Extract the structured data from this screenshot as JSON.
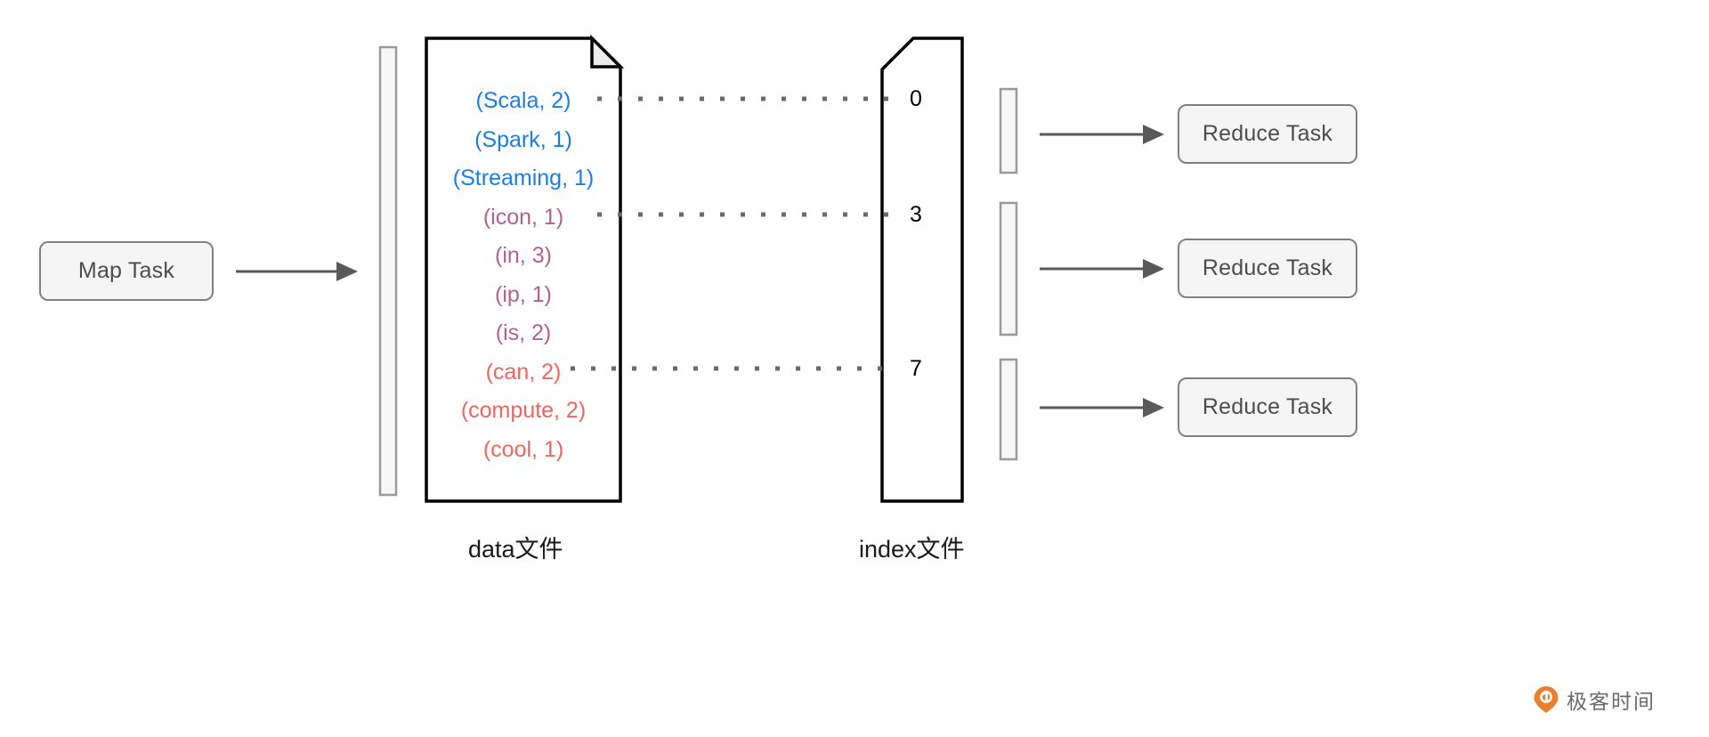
{
  "diagram": {
    "title": "Shuffle data file and index file layout",
    "colors": {
      "blue": "#1a7ee8",
      "purple": "#b4628c",
      "red": "#f0665e",
      "box_fill": "#f5f5f5",
      "box_border": "#808080",
      "arrow": "#595959",
      "dotted": "#6b6b6b",
      "file_outline": "#000000",
      "fold_fill": "#ececec",
      "watermark_orange": "#e8812e"
    }
  },
  "map_task": {
    "label": "Map Task"
  },
  "reduce_tasks": [
    {
      "label": "Reduce Task"
    },
    {
      "label": "Reduce Task"
    },
    {
      "label": "Reduce Task"
    }
  ],
  "data_file": {
    "caption": "data文件",
    "records": [
      {
        "text": "(Scala,  2)",
        "group": "blue"
      },
      {
        "text": "(Spark,  1)",
        "group": "blue"
      },
      {
        "text": "(Streaming,  1)",
        "group": "blue"
      },
      {
        "text": "(icon,  1)",
        "group": "purple"
      },
      {
        "text": "(in,  3)",
        "group": "purple"
      },
      {
        "text": "(ip,  1)",
        "group": "purple"
      },
      {
        "text": "(is,  2)",
        "group": "purple"
      },
      {
        "text": "(can,  2)",
        "group": "red"
      },
      {
        "text": "(compute,  2)",
        "group": "red"
      },
      {
        "text": "(cool,  1)",
        "group": "red"
      }
    ]
  },
  "index_file": {
    "caption": "index文件",
    "offsets": [
      "0",
      "3",
      "7"
    ]
  },
  "watermark": {
    "text": "极客时间",
    "icon": "location-pin-icon"
  }
}
